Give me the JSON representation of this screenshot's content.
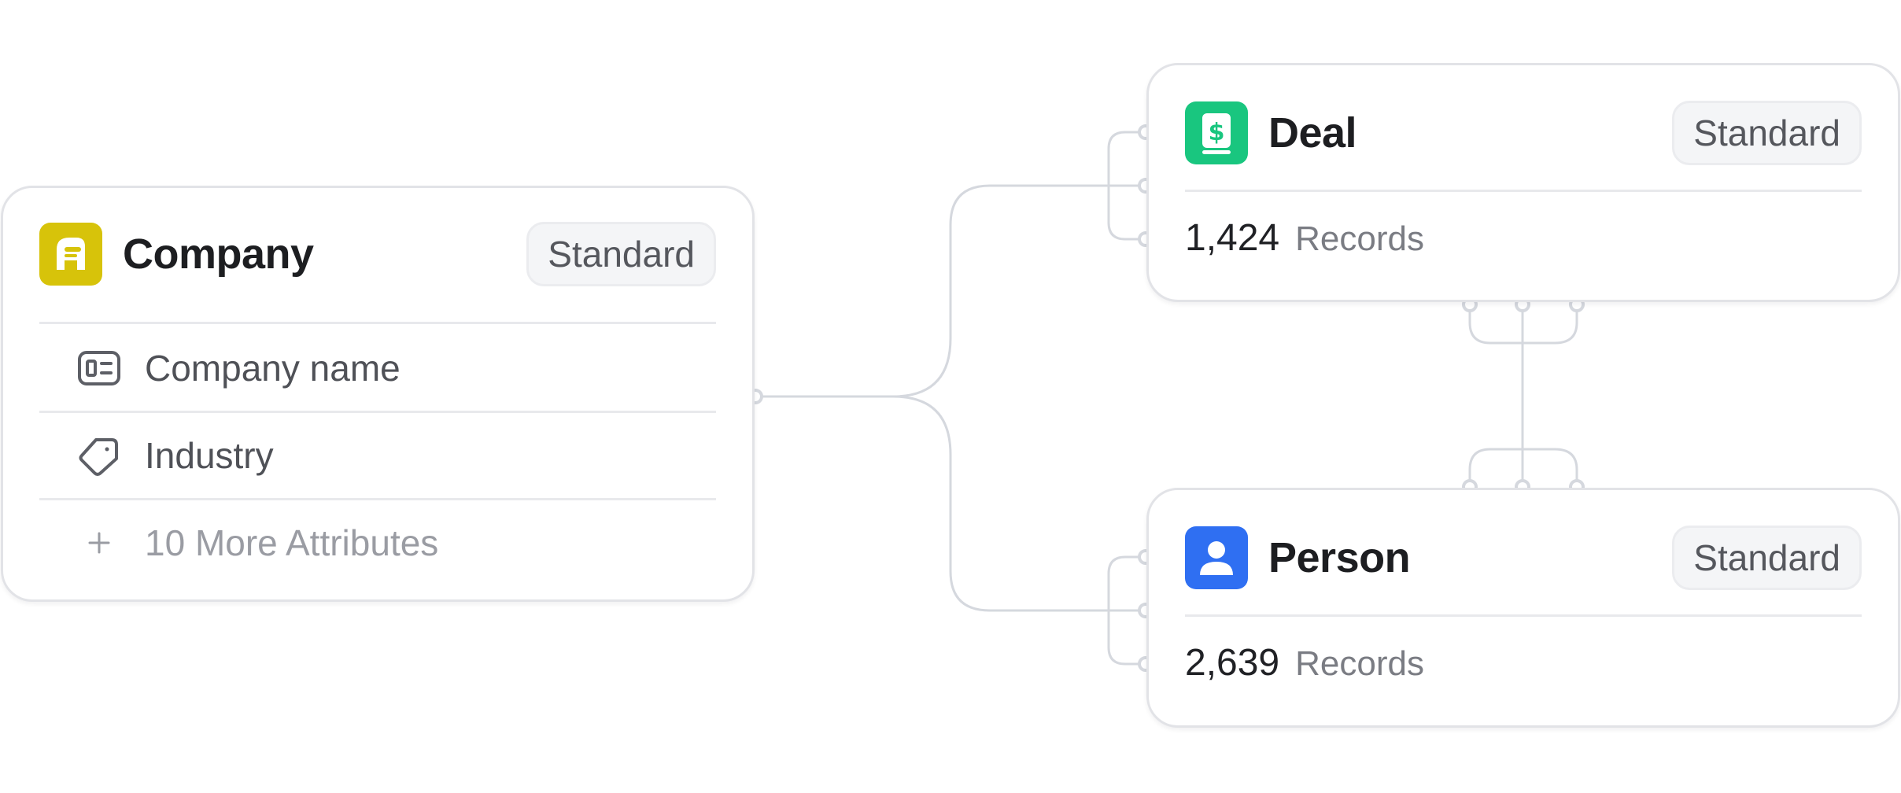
{
  "company": {
    "title": "Company",
    "badge": "Standard",
    "icon": "company-icon",
    "icon_color": "#d7c30a",
    "attributes": [
      {
        "icon": "id-card-icon",
        "label": "Company name"
      },
      {
        "icon": "tag-icon",
        "label": "Industry"
      }
    ],
    "more_attributes": {
      "icon": "plus-icon",
      "label": "10 More Attributes"
    }
  },
  "deal": {
    "title": "Deal",
    "badge": "Standard",
    "icon": "dollar-document-icon",
    "icon_color": "#19c67f",
    "records_count": "1,424",
    "records_label": "Records"
  },
  "person": {
    "title": "Person",
    "badge": "Standard",
    "icon": "person-icon",
    "icon_color": "#2f6ff2",
    "records_count": "2,639",
    "records_label": "Records"
  },
  "colors": {
    "connector": "#d5d8de",
    "card_border": "#e2e3e7",
    "badge_bg": "#f4f5f7"
  }
}
